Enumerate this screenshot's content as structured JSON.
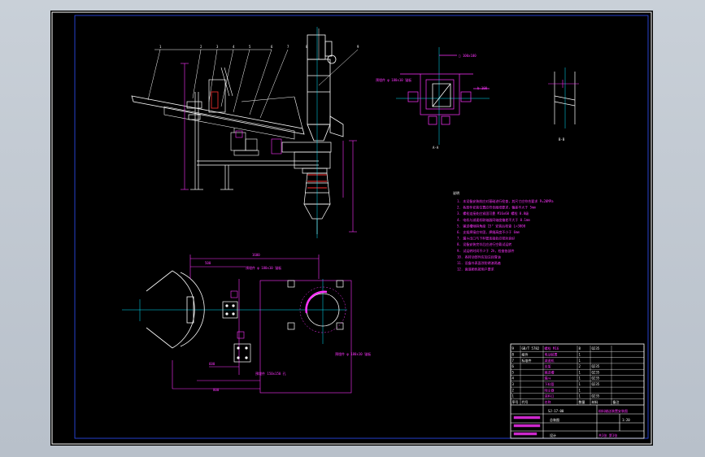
{
  "drawing": {
    "notes_title": "说明",
    "note_lines": [
      "1. 本设备安装前应对基础进行检查，其尺寸应符合要求 P=20MPa",
      "2. 各部件安装位置应符合图纸要求，偏差不大于 5mm",
      "3. 螺栓连接处应紧固可靠 M16x60 螺栓 8.8级",
      "4. 电机与减速机联轴器同轴度偏差不大于 0.1mm",
      "5. 输送槽倾斜角度 15° 安装后检查 L=3000",
      "6. 支架焊接应牢固，焊缝高度不小于 6mm",
      "7. 漏斗出口与下料管连接处应密封良好",
      "8. 设备安装完毕后应进行空载试运转",
      "9. 试运转时间不少于 2h，检查各部件",
      "10. 各转动部件应加注润滑油",
      "11. 设备外表面涂防锈漆两遍",
      "12. 面漆颜色按用户要求"
    ],
    "part_numbers": [
      "1",
      "2",
      "3",
      "4",
      "5",
      "6",
      "7",
      "8",
      "9"
    ],
    "dims": {
      "plan_width": "1600",
      "plan_left": "500",
      "plan_height": "600",
      "plan_bottom": "800",
      "section_size": "□ 100x100",
      "section_b": "b 100",
      "anchor_note_1": "预埋件 φ 180x10 锚板",
      "anchor_note_2": "预埋件 φ 180x10 锚板",
      "plate_note": "预埋件 150x150 孔"
    },
    "view_labels": {
      "section_a": "A-A",
      "section_b": "B-B"
    },
    "title_block": {
      "parts": [
        [
          "9",
          "GB/T 5782",
          "螺栓 M16",
          "8",
          "Q235",
          ""
        ],
        [
          "8",
          "组件",
          "电动装置",
          "1",
          "",
          ""
        ],
        [
          "7",
          "标准件",
          "减速机",
          "1",
          "",
          ""
        ],
        [
          "6",
          "",
          "支架",
          "2",
          "Q235",
          ""
        ],
        [
          "5",
          "",
          "输送槽",
          "1",
          "Q235",
          ""
        ],
        [
          "4",
          "",
          "漏斗",
          "1",
          "Q235",
          ""
        ],
        [
          "3",
          "",
          "下料管",
          "1",
          "Q235",
          ""
        ],
        [
          "2",
          "",
          "除尘器",
          "1",
          "",
          ""
        ],
        [
          "1",
          "",
          "进料口",
          "1",
          "Q235",
          ""
        ]
      ],
      "header": [
        "序号",
        "代号",
        "名称",
        "数量",
        "材料",
        "备注"
      ],
      "drawing_name": "总装图",
      "drawing_sub": "设计",
      "drawing_no": "SJ-17-00",
      "company": "粉料输送装置安装图",
      "scale": "1:20",
      "sheet": "共1张 第1张"
    }
  }
}
